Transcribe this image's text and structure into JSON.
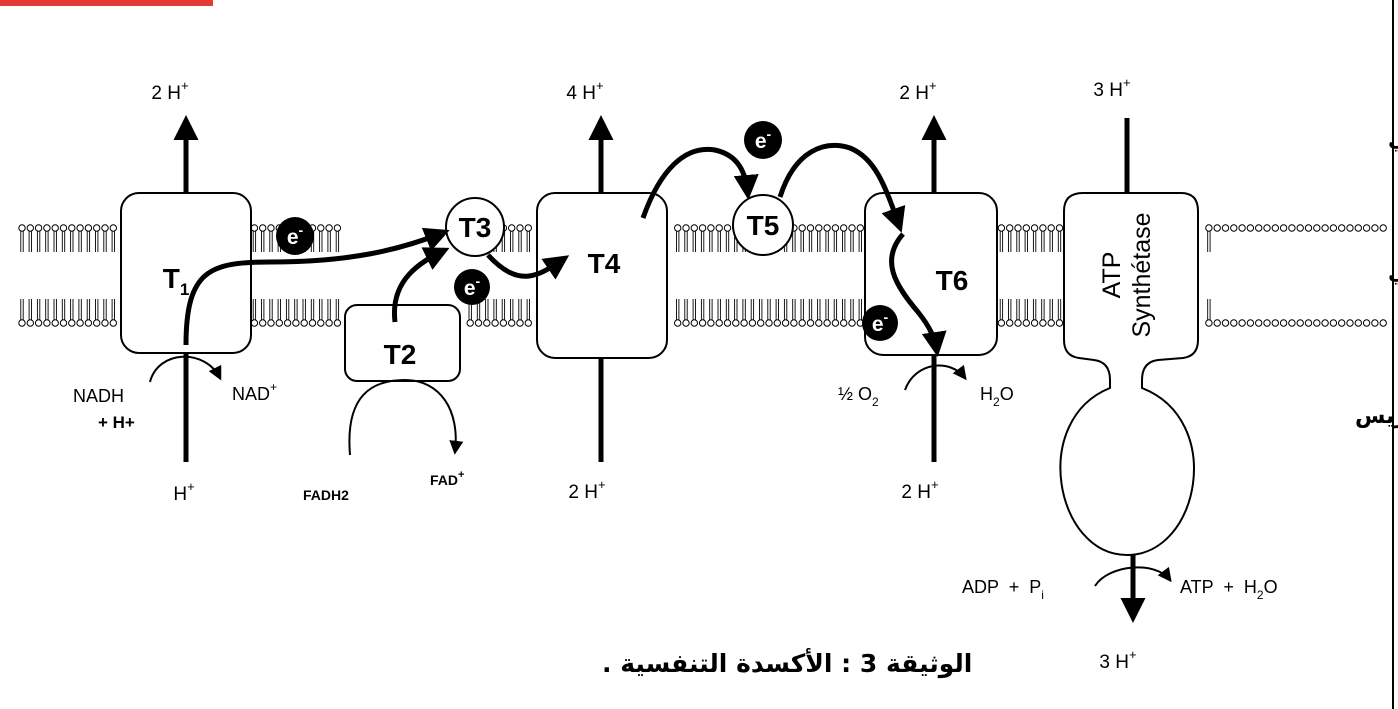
{
  "regions": {
    "intermembrane": "حيز بيغشائي",
    "inner_membrane": "غشاء داخلي",
    "matrix": "ماتريس"
  },
  "complexes": {
    "t1_main": "T",
    "t1_sub": "1",
    "t2": "T2",
    "t3": "T3",
    "t4": "T4",
    "t5": "T5",
    "t6": "T6",
    "atp_synthetase_line1": "ATP",
    "atp_synthetase_line2": "Synthétase"
  },
  "electron": {
    "base": "e",
    "sup": "-"
  },
  "protons": {
    "t1_out": {
      "base": "2 H",
      "sup": "+"
    },
    "t1_in": {
      "base": "H",
      "sup": "+"
    },
    "t4_out": {
      "base": "4 H",
      "sup": "+"
    },
    "t4_in": {
      "base": "2 H",
      "sup": "+"
    },
    "t6_out": {
      "base": "2 H",
      "sup": "+"
    },
    "t6_in": {
      "base": "2 H",
      "sup": "+"
    },
    "atp_top": {
      "base": "3 H",
      "sup": "+"
    },
    "atp_bottom": {
      "base": "3 H",
      "sup": "+"
    }
  },
  "reactions": {
    "nadh": "NADH",
    "nadh_h": "+ H+",
    "nad": {
      "base": "NAD",
      "sup": "+"
    },
    "fadh2": "FADH2",
    "fad": {
      "base": "FAD",
      "sup": "+"
    },
    "o2": {
      "pre": "½ O",
      "sub": "2"
    },
    "h2o": {
      "pre": "H",
      "sub": "2",
      "post": "O"
    },
    "adp": "ADP  +  P",
    "adp_sub": "i",
    "atp": "ATP  +  H",
    "atp_sub": "2",
    "atp_post": "O"
  },
  "caption": "الوثيقة 3 :  الأكسدة التنفسية ."
}
